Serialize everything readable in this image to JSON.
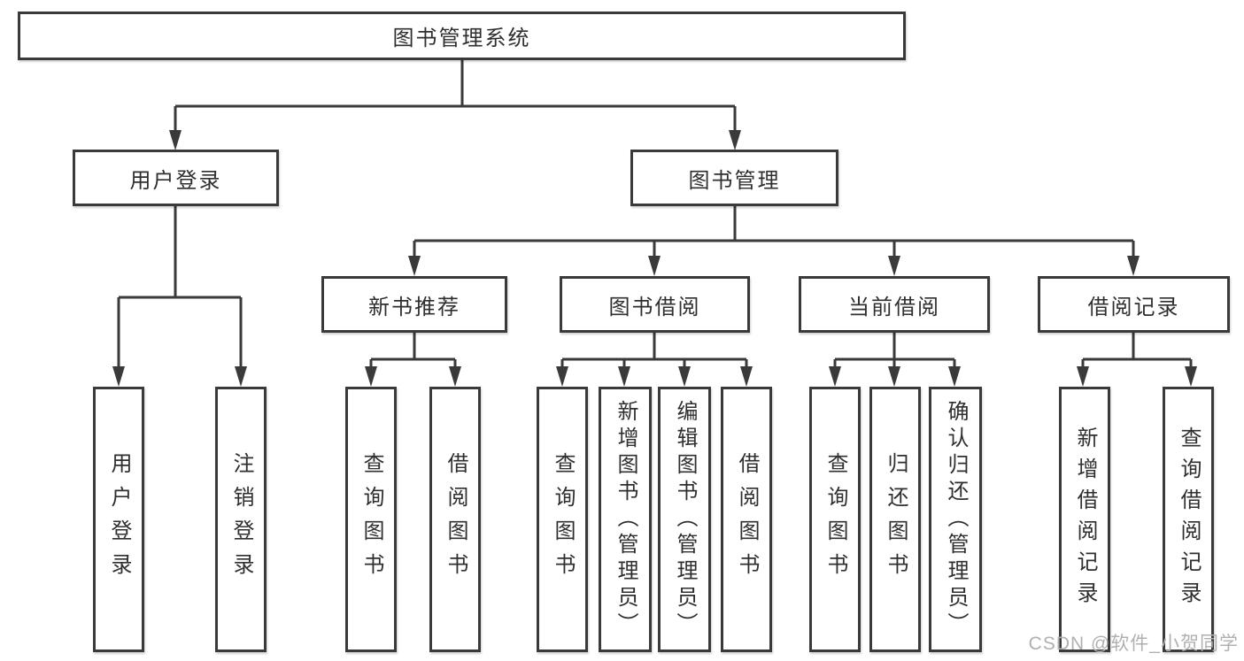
{
  "colors": {
    "line": "#3a3a3a",
    "box_border": "#3a3a3a",
    "text": "#2f2f2f",
    "watermark": "#b0b0b0",
    "background": "#ffffff"
  },
  "nodes": {
    "root": {
      "label": "图书管理系统"
    },
    "user_login": {
      "label": "用户登录"
    },
    "book_management": {
      "label": "图书管理"
    },
    "new_book_recommend": {
      "label": "新书推荐"
    },
    "book_borrowing": {
      "label": "图书借阅"
    },
    "current_borrowing": {
      "label": "当前借阅"
    },
    "borrowing_records": {
      "label": "借阅记录"
    },
    "leaf_user_login": {
      "label": "用户登录"
    },
    "leaf_logout": {
      "label": "注销登录"
    },
    "leaf_recommend_query_book": {
      "label": "查询图书"
    },
    "leaf_recommend_borrow_book": {
      "label": "借阅图书"
    },
    "leaf_borrowing_query_book": {
      "label": "查询图书"
    },
    "leaf_add_book_admin": {
      "label": "新增图书（管理员）"
    },
    "leaf_edit_book_admin": {
      "label": "编辑图书（管理员）"
    },
    "leaf_borrowing_borrow_book": {
      "label": "借阅图书"
    },
    "leaf_current_query_book": {
      "label": "查询图书"
    },
    "leaf_return_book": {
      "label": "归还图书"
    },
    "leaf_confirm_return_admin": {
      "label": "确认归还（管理员）"
    },
    "leaf_add_borrow_record": {
      "label": "新增借阅记录"
    },
    "leaf_query_borrow_record": {
      "label": "查询借阅记录"
    }
  },
  "watermark": {
    "text": "CSDN @软件_小贺同学"
  }
}
